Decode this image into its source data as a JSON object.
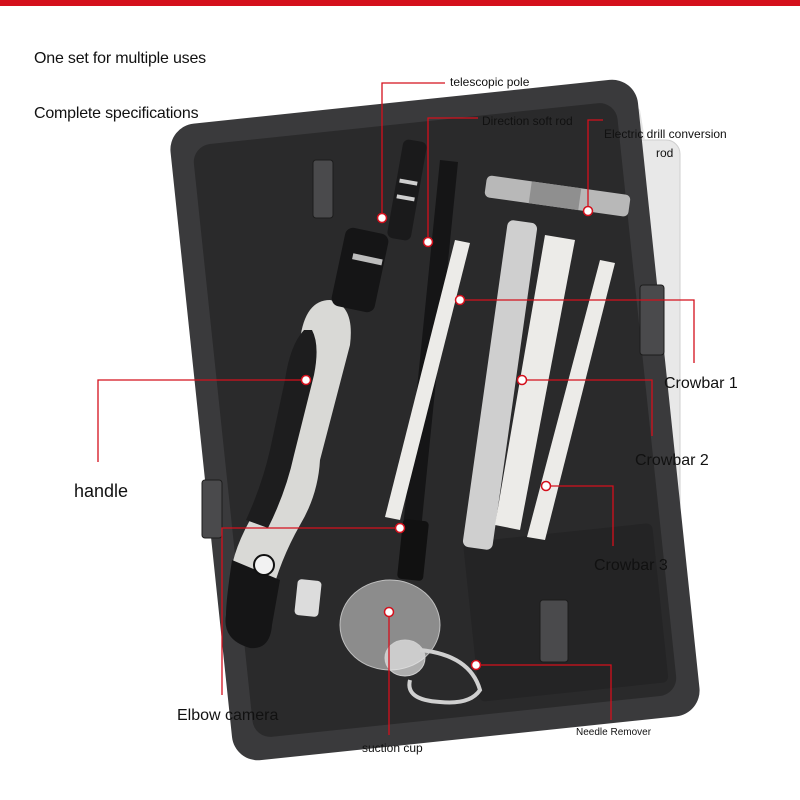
{
  "headlines": [
    "One set for multiple uses",
    "Complete specifications"
  ],
  "labels": {
    "telescopic_pole": "telescopic pole",
    "direction_soft_rod": "Direction soft rod",
    "electric_drill_line1": "Electric drill conversion",
    "electric_drill_line2": "rod",
    "crowbar_1": "Crowbar 1",
    "crowbar_2": "Crowbar 2",
    "crowbar_3": "Crowbar 3",
    "handle": "handle",
    "elbow_camera": "Elbow camera",
    "suction_cup": "suction cup",
    "needle_remover": "Needle Remover"
  },
  "colors": {
    "accent": "#d4101c",
    "case": "#3a3a3c",
    "tray": "#2a2a2b",
    "tool_white": "#ecebe8"
  }
}
